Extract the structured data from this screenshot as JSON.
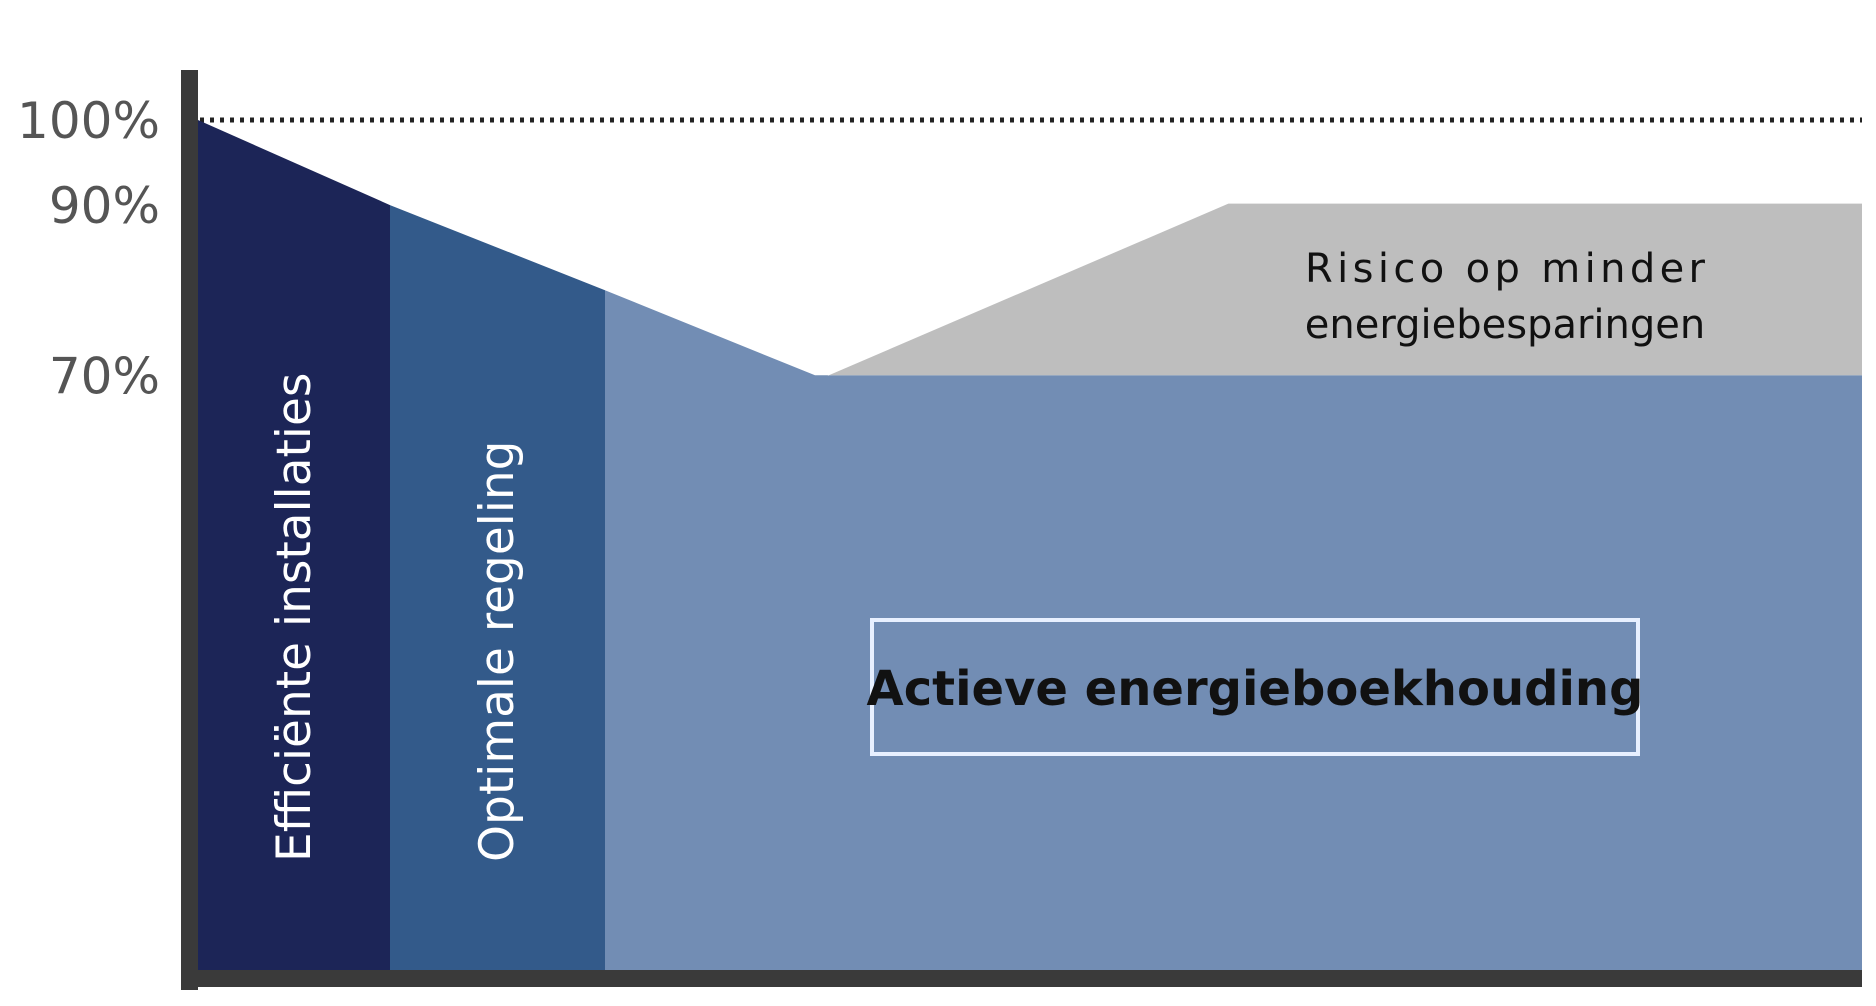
{
  "chart_data": {
    "type": "area",
    "y_ticks": [
      {
        "label": "100%",
        "value": 100
      },
      {
        "label": "90%",
        "value": 90
      },
      {
        "label": "70%",
        "value": 70
      }
    ],
    "reference_line": {
      "value": 100,
      "style": "dotted"
    },
    "areas": [
      {
        "name": "Efficiënte installaties",
        "from_value": 100,
        "to_value": 90,
        "color": "#1c2557"
      },
      {
        "name": "Optimale regeling",
        "from_value": 90,
        "to_value": 80,
        "color": "#335a8a"
      },
      {
        "name": "Actieve energieboekhouding",
        "from_value": 80,
        "to_value": 70,
        "color": "#728db4"
      },
      {
        "name": "Risico op minder energiebesparingen",
        "from_value": 70,
        "to_value": 90,
        "color": "#bebebe"
      }
    ],
    "labels": {
      "efficient": "Efficiënte installaties",
      "optimal": "Optimale regeling",
      "active": "Actieve energieboekhouding",
      "risk_line1": "Risico op minder",
      "risk_line2": "energiebesparingen"
    },
    "colors": {
      "axis": "#3a3a3a",
      "tick_text": "#555555",
      "reference": "#222222",
      "label_dark": "#111111",
      "label_light": "#ffffff",
      "box_border": "#e8f0ff"
    },
    "grid": false
  }
}
